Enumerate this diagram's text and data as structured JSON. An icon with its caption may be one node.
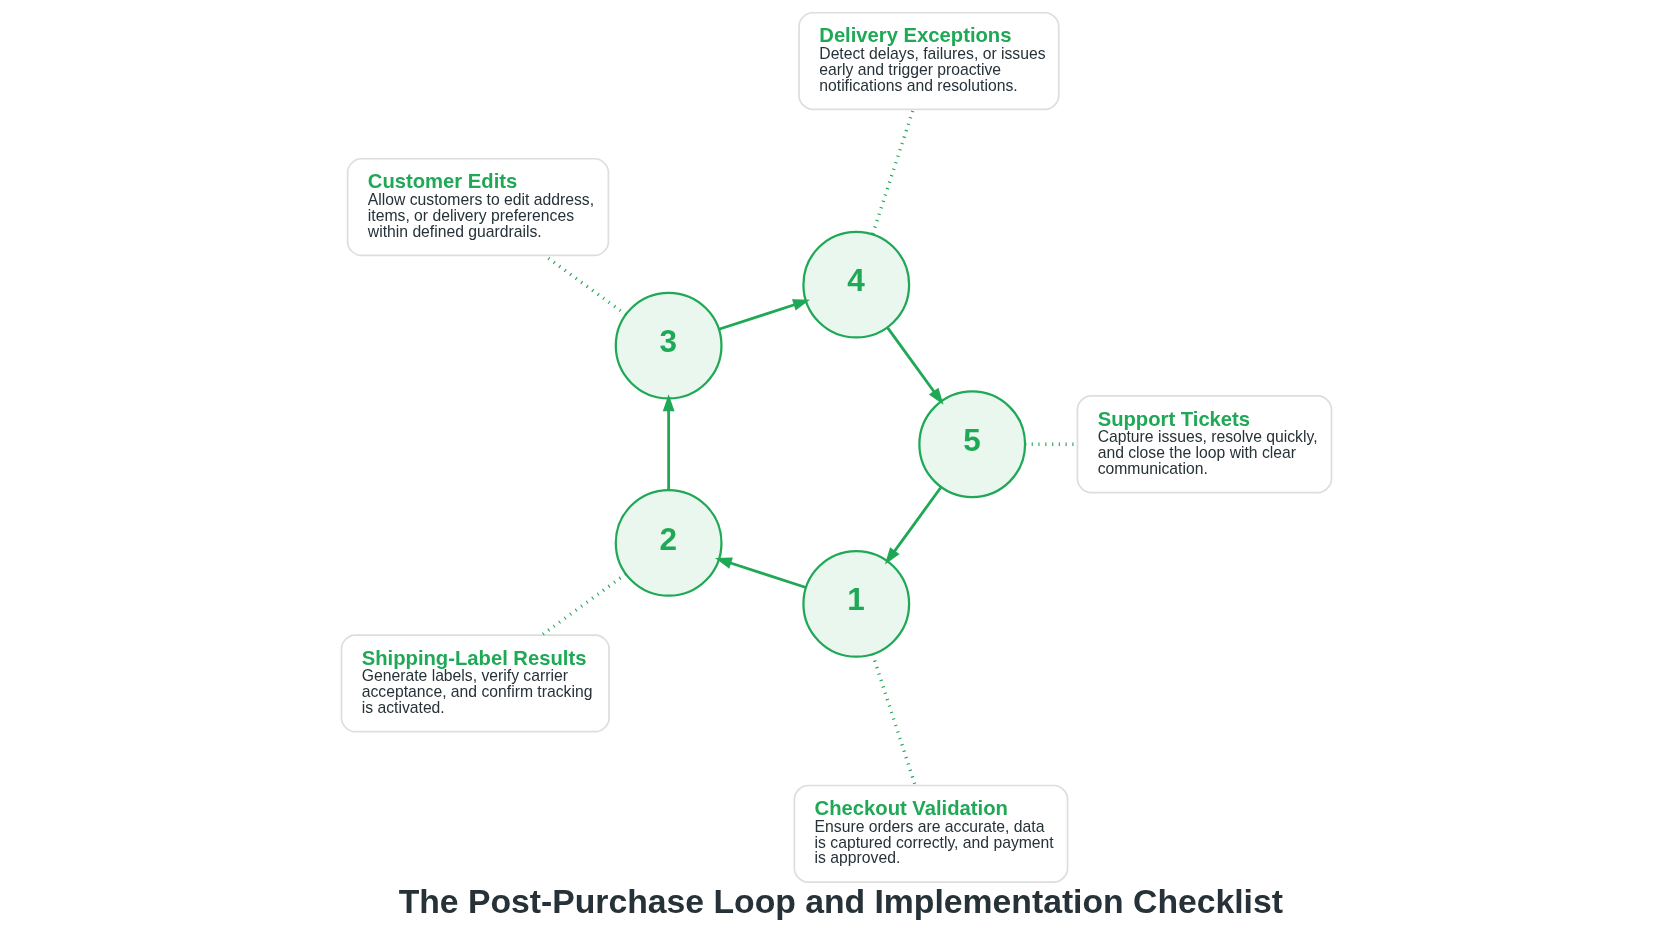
{
  "diagram": {
    "title": "The Post-Purchase Loop and Implementation Checklist",
    "nodes": [
      {
        "text": [
          "1"
        ]
      },
      {
        "text": [
          "2"
        ]
      },
      {
        "text": [
          "3"
        ]
      },
      {
        "text": [
          "4"
        ]
      },
      {
        "text": [
          "5"
        ]
      },
      {
        "text": [
          "Checkout Validation",
          "Ensure orders are accurate, data is captured correctly, and payment is approved."
        ]
      },
      {
        "text": [
          "Shipping-Label Results",
          "Generate labels, verify carrier acceptance, and confirm tracking is activated."
        ]
      },
      {
        "text": [
          "Customer Edits",
          "Allow customers to edit address, items, or delivery preferences within defined guardrails."
        ]
      },
      {
        "text": [
          "Delivery Exceptions",
          "Detect delays, failures, or issues early and trigger proactive notifications and resolutions."
        ]
      },
      {
        "text": [
          "Support Tickets",
          "Capture issues, resolve quickly, and close the loop with clear communication."
        ]
      }
    ],
    "edges": [
      {
        "from": 0,
        "to": 1,
        "arrow": "to"
      },
      {
        "from": 1,
        "to": 2,
        "arrow": "to"
      },
      {
        "from": 2,
        "to": 3,
        "arrow": "to"
      },
      {
        "from": 3,
        "to": 4,
        "arrow": "to"
      },
      {
        "from": 4,
        "to": 0,
        "arrow": "to"
      },
      {
        "from": 0,
        "to": 5,
        "arrow": "none",
        "style": "dashed"
      },
      {
        "from": 1,
        "to": 6,
        "arrow": "none",
        "style": "dashed"
      },
      {
        "from": 2,
        "to": 7,
        "arrow": "none",
        "style": "dashed"
      },
      {
        "from": 3,
        "to": 8,
        "arrow": "none",
        "style": "dashed"
      },
      {
        "from": 4,
        "to": 9,
        "arrow": "none",
        "style": "dashed"
      }
    ]
  }
}
